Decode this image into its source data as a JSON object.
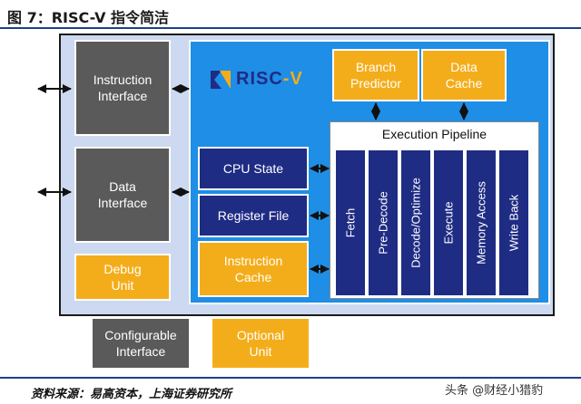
{
  "figure_title": "图 7：RISC-V 指令简洁",
  "logo": {
    "text_main": "RISC",
    "text_accent": "-V",
    "accent_color": "#f4ad1a",
    "brand_color": "#1f2c84"
  },
  "blocks": {
    "instruction_interface": "Instruction\nInterface",
    "data_interface": "Data\nInterface",
    "debug_unit": "Debug\nUnit",
    "branch_predictor": "Branch\nPredictor",
    "data_cache": "Data\nCache",
    "cpu_state": "CPU State",
    "register_file": "Register File",
    "instruction_cache": "Instruction\nCache",
    "configurable_interface": "Configurable\nInterface",
    "optional_unit": "Optional\nUnit"
  },
  "pipeline": {
    "title": "Execution Pipeline",
    "stages": [
      "Fetch",
      "Pre-Decode",
      "Decode/Optimize",
      "Execute",
      "Memory Access",
      "Write Back"
    ]
  },
  "source": "资料来源：易高资本，上海证券研究所",
  "watermark": "头条 @财经小猎豹",
  "colors": {
    "gray_block": "#5a5a5a",
    "orange_block": "#f4ad1a",
    "navy_block": "#1f2c84",
    "core_blue": "#1f8ee6",
    "outer_fill": "#ccd9f0"
  }
}
